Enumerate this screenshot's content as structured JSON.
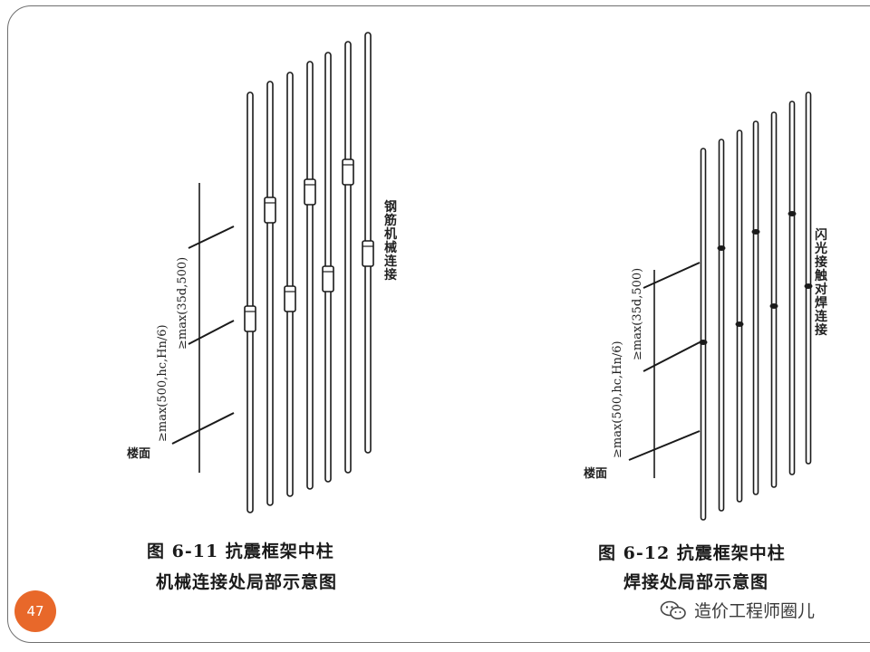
{
  "figure_left": {
    "caption_line1": "图 6-11   抗震框架中柱",
    "caption_line2": "机械连接处局部示意图",
    "connection_label": "钢筋机械连接",
    "floor_label": "楼面",
    "dim_outer": "≥max(500,hc,Hn/6)",
    "dim_inner": "≥max(35d,500)"
  },
  "figure_right": {
    "caption_line1": "图 6-12   抗震框架中柱",
    "caption_line2": "焊接处局部示意图",
    "connection_label": "闪光接触对焊连接",
    "floor_label": "楼面",
    "dim_outer": "≥max(500,hc,Hn/6)",
    "dim_inner": "≥max(35d,500)"
  },
  "page_number": "47",
  "watermark": {
    "text": "造价工程师圈儿",
    "icon": "wechat-icon"
  },
  "colors": {
    "accent": "#e8682a",
    "line": "#1a1a1a"
  }
}
